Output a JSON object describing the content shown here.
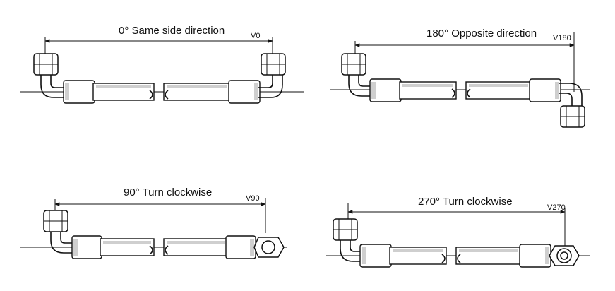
{
  "panels": [
    {
      "id": "v0",
      "title": "0°  Same side direction",
      "code": "V0"
    },
    {
      "id": "v180",
      "title": "180° Opposite direction",
      "code": "V180"
    },
    {
      "id": "v90",
      "title": "90°  Turn clockwise",
      "code": "V90"
    },
    {
      "id": "v270",
      "title": "270°   Turn clockwise",
      "code": "V270"
    }
  ]
}
